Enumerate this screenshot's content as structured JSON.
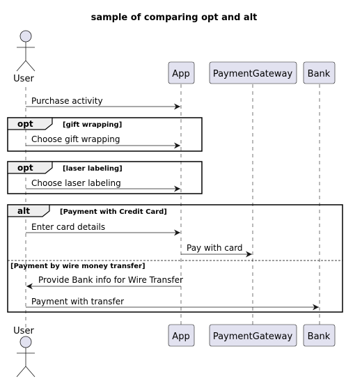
{
  "title": "sample of comparing opt and alt",
  "participants": {
    "user": "User",
    "app": "App",
    "gateway": "PaymentGateway",
    "bank": "Bank"
  },
  "messages": {
    "purchase": "Purchase activity",
    "gift": "Choose gift wrapping",
    "laser": "Choose laser labeling",
    "card": "Enter card details",
    "pay": "Pay with card",
    "bankinfo": "Provide Bank info for Wire Transfer",
    "transfer": "Payment with transfer"
  },
  "fragments": {
    "opt1": {
      "keyword": "opt",
      "condition": "[gift wrapping]"
    },
    "opt2": {
      "keyword": "opt",
      "condition": "[laser labeling]"
    },
    "alt": {
      "keyword": "alt",
      "condition": "[Payment with Credit Card]",
      "else_condition": "[Payment by wire money transfer]"
    }
  },
  "colors": {
    "participant_fill": "#e2e2f0",
    "participant_border": "#181818",
    "lifeline": "#181818",
    "frame_tab": "#eeeeee"
  }
}
